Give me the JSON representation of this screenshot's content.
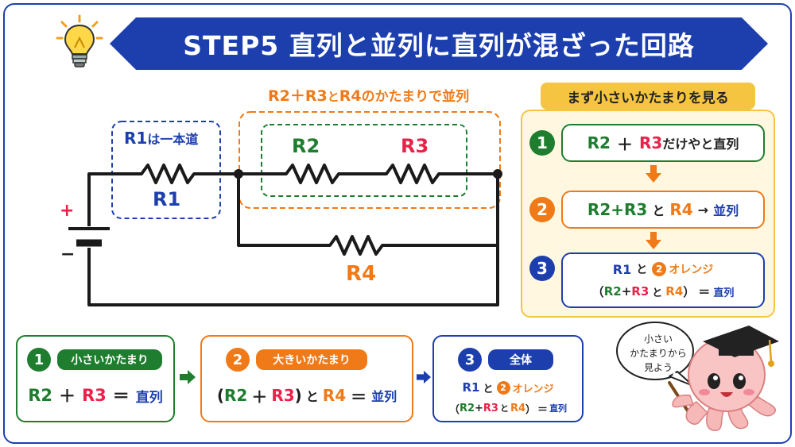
{
  "title": "STEP5 直列と並列に直列が混ざった回路",
  "circuit": {
    "group_label": {
      "r2r3": "R2＋R3",
      "to": "と",
      "r4": "R4",
      "rest": "のかたまりで並列"
    },
    "r1_note": {
      "r1": "R1",
      "rest": "は一本道"
    },
    "r1": "R1",
    "r2": "R2",
    "r3": "R3",
    "r4": "R4",
    "plus": "+",
    "minus": "−"
  },
  "steps_panel": {
    "header": "まず小さいかたまりを見る",
    "step1": {
      "num": "1",
      "a": "R2",
      "op": "＋",
      "b": "R3",
      "rest": "だけやと直列"
    },
    "step2": {
      "num": "2",
      "a": "R2+R3",
      "mid": "と",
      "b": "R4",
      "arrow": "→",
      "rest": "並列"
    },
    "step3": {
      "num": "3",
      "line1_a": "R1",
      "line1_mid": "と",
      "line1_circle": "2",
      "line1_rest": "オレンジ",
      "line2_open": "（",
      "line2_a": "R2",
      "line2_plus": "+",
      "line2_b": "R3",
      "line2_mid": "と",
      "line2_c": "R4",
      "line2_close": "）",
      "line2_eq": "＝",
      "line2_rest": "直列"
    }
  },
  "bottom": {
    "box1": {
      "num": "1",
      "pill": "小さいかたまり",
      "a": "R2",
      "op": "＋",
      "b": "R3",
      "eq": "＝",
      "result": "直列"
    },
    "box2": {
      "num": "2",
      "pill": "大きいかたまり",
      "open": "(",
      "a": "R2",
      "op": "＋",
      "b": "R3",
      "close": ")",
      "mid": "と",
      "c": "R4",
      "eq": "＝",
      "result": "並列"
    },
    "box3": {
      "num": "3",
      "pill": "全体",
      "line1_a": "R1",
      "line1_mid": "と",
      "line1_circle": "2",
      "line1_rest": "オレンジ",
      "line2_open": "（",
      "line2_a": "R2",
      "line2_plus": "+",
      "line2_b": "R3",
      "line2_mid": "と",
      "line2_c": "R4",
      "line2_close": "）",
      "line2_eq": "＝",
      "line2_rest": "直列"
    }
  },
  "mascot": {
    "bubble_line1": "小さい",
    "bubble_line2": "かたまりから",
    "bubble_line3": "見よう"
  },
  "colors": {
    "blue": "#1d3fae",
    "green": "#1e7d2e",
    "red": "#e8234a",
    "orange": "#f07a18",
    "panel_bg": "#fff7e0"
  },
  "icons": [
    "lightbulb-icon",
    "down-arrow-icon",
    "right-arrow-icon",
    "octopus-mascot"
  ]
}
